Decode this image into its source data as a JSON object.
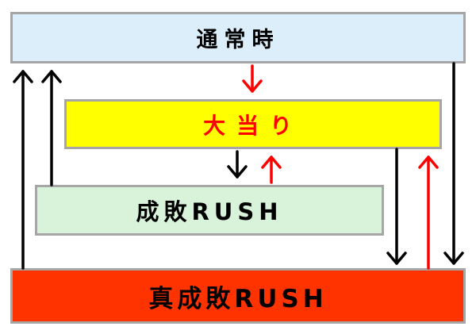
{
  "nodes": {
    "normal": {
      "label": "通常時",
      "fill": "#ddeefb",
      "text_color": "#000000"
    },
    "jackpot": {
      "label": "大当り",
      "fill": "#ffff00",
      "text_color": "#ff0000"
    },
    "failure_rush": {
      "label": "成敗RUSH",
      "fill": "#d8f3da",
      "text_color": "#000000"
    },
    "true_failure_rush": {
      "label": "真成敗RUSH",
      "fill": "#ff3300",
      "text_color": "#000000"
    }
  },
  "edges": [
    {
      "from": "normal",
      "to": "jackpot",
      "color": "#ff0000"
    },
    {
      "from": "jackpot",
      "to": "failure_rush",
      "color": "#000000"
    },
    {
      "from": "failure_rush",
      "to": "jackpot",
      "color": "#ff0000"
    },
    {
      "from": "failure_rush",
      "to": "normal",
      "color": "#000000"
    },
    {
      "from": "true_failure_rush",
      "to": "normal",
      "color": "#000000"
    },
    {
      "from": "jackpot",
      "to": "true_failure_rush",
      "color": "#000000"
    },
    {
      "from": "true_failure_rush",
      "to": "jackpot",
      "color": "#ff0000"
    },
    {
      "from": "normal",
      "to": "true_failure_rush",
      "color": "#000000"
    }
  ],
  "colors": {
    "border": "#a6a6a6",
    "arrow_black": "#000000",
    "arrow_red": "#ff0000"
  }
}
